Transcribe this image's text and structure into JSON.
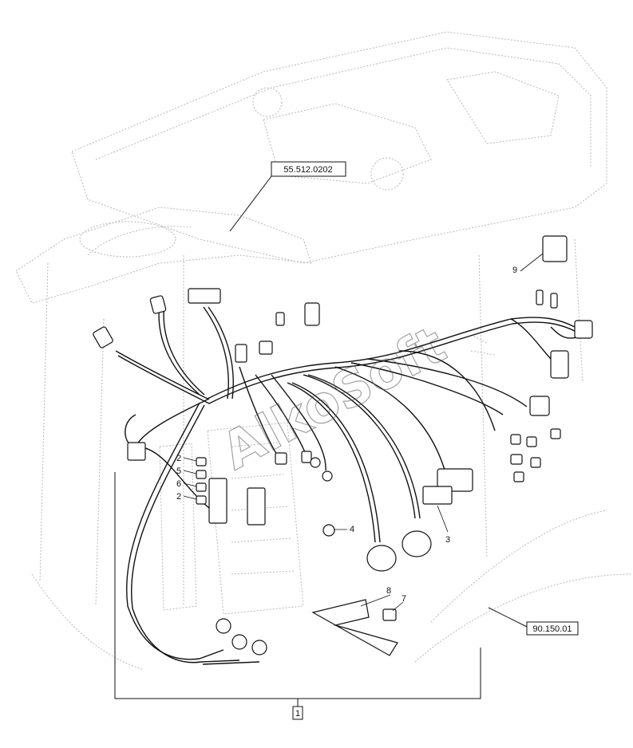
{
  "diagram": {
    "reference_labels": {
      "top_ref": "55.512.0202",
      "right_ref": "90.150.01",
      "assembly": "1"
    },
    "callouts": {
      "c2a": "2",
      "c5": "5",
      "c6": "6",
      "c2b": "2",
      "c3": "3",
      "c4": "4",
      "c7": "7",
      "c8": "8",
      "c9": "9"
    },
    "watermark": "AlkoSoft",
    "colors": {
      "line": "#111111",
      "ghost": "#b8b8b8",
      "background": "#ffffff"
    }
  }
}
